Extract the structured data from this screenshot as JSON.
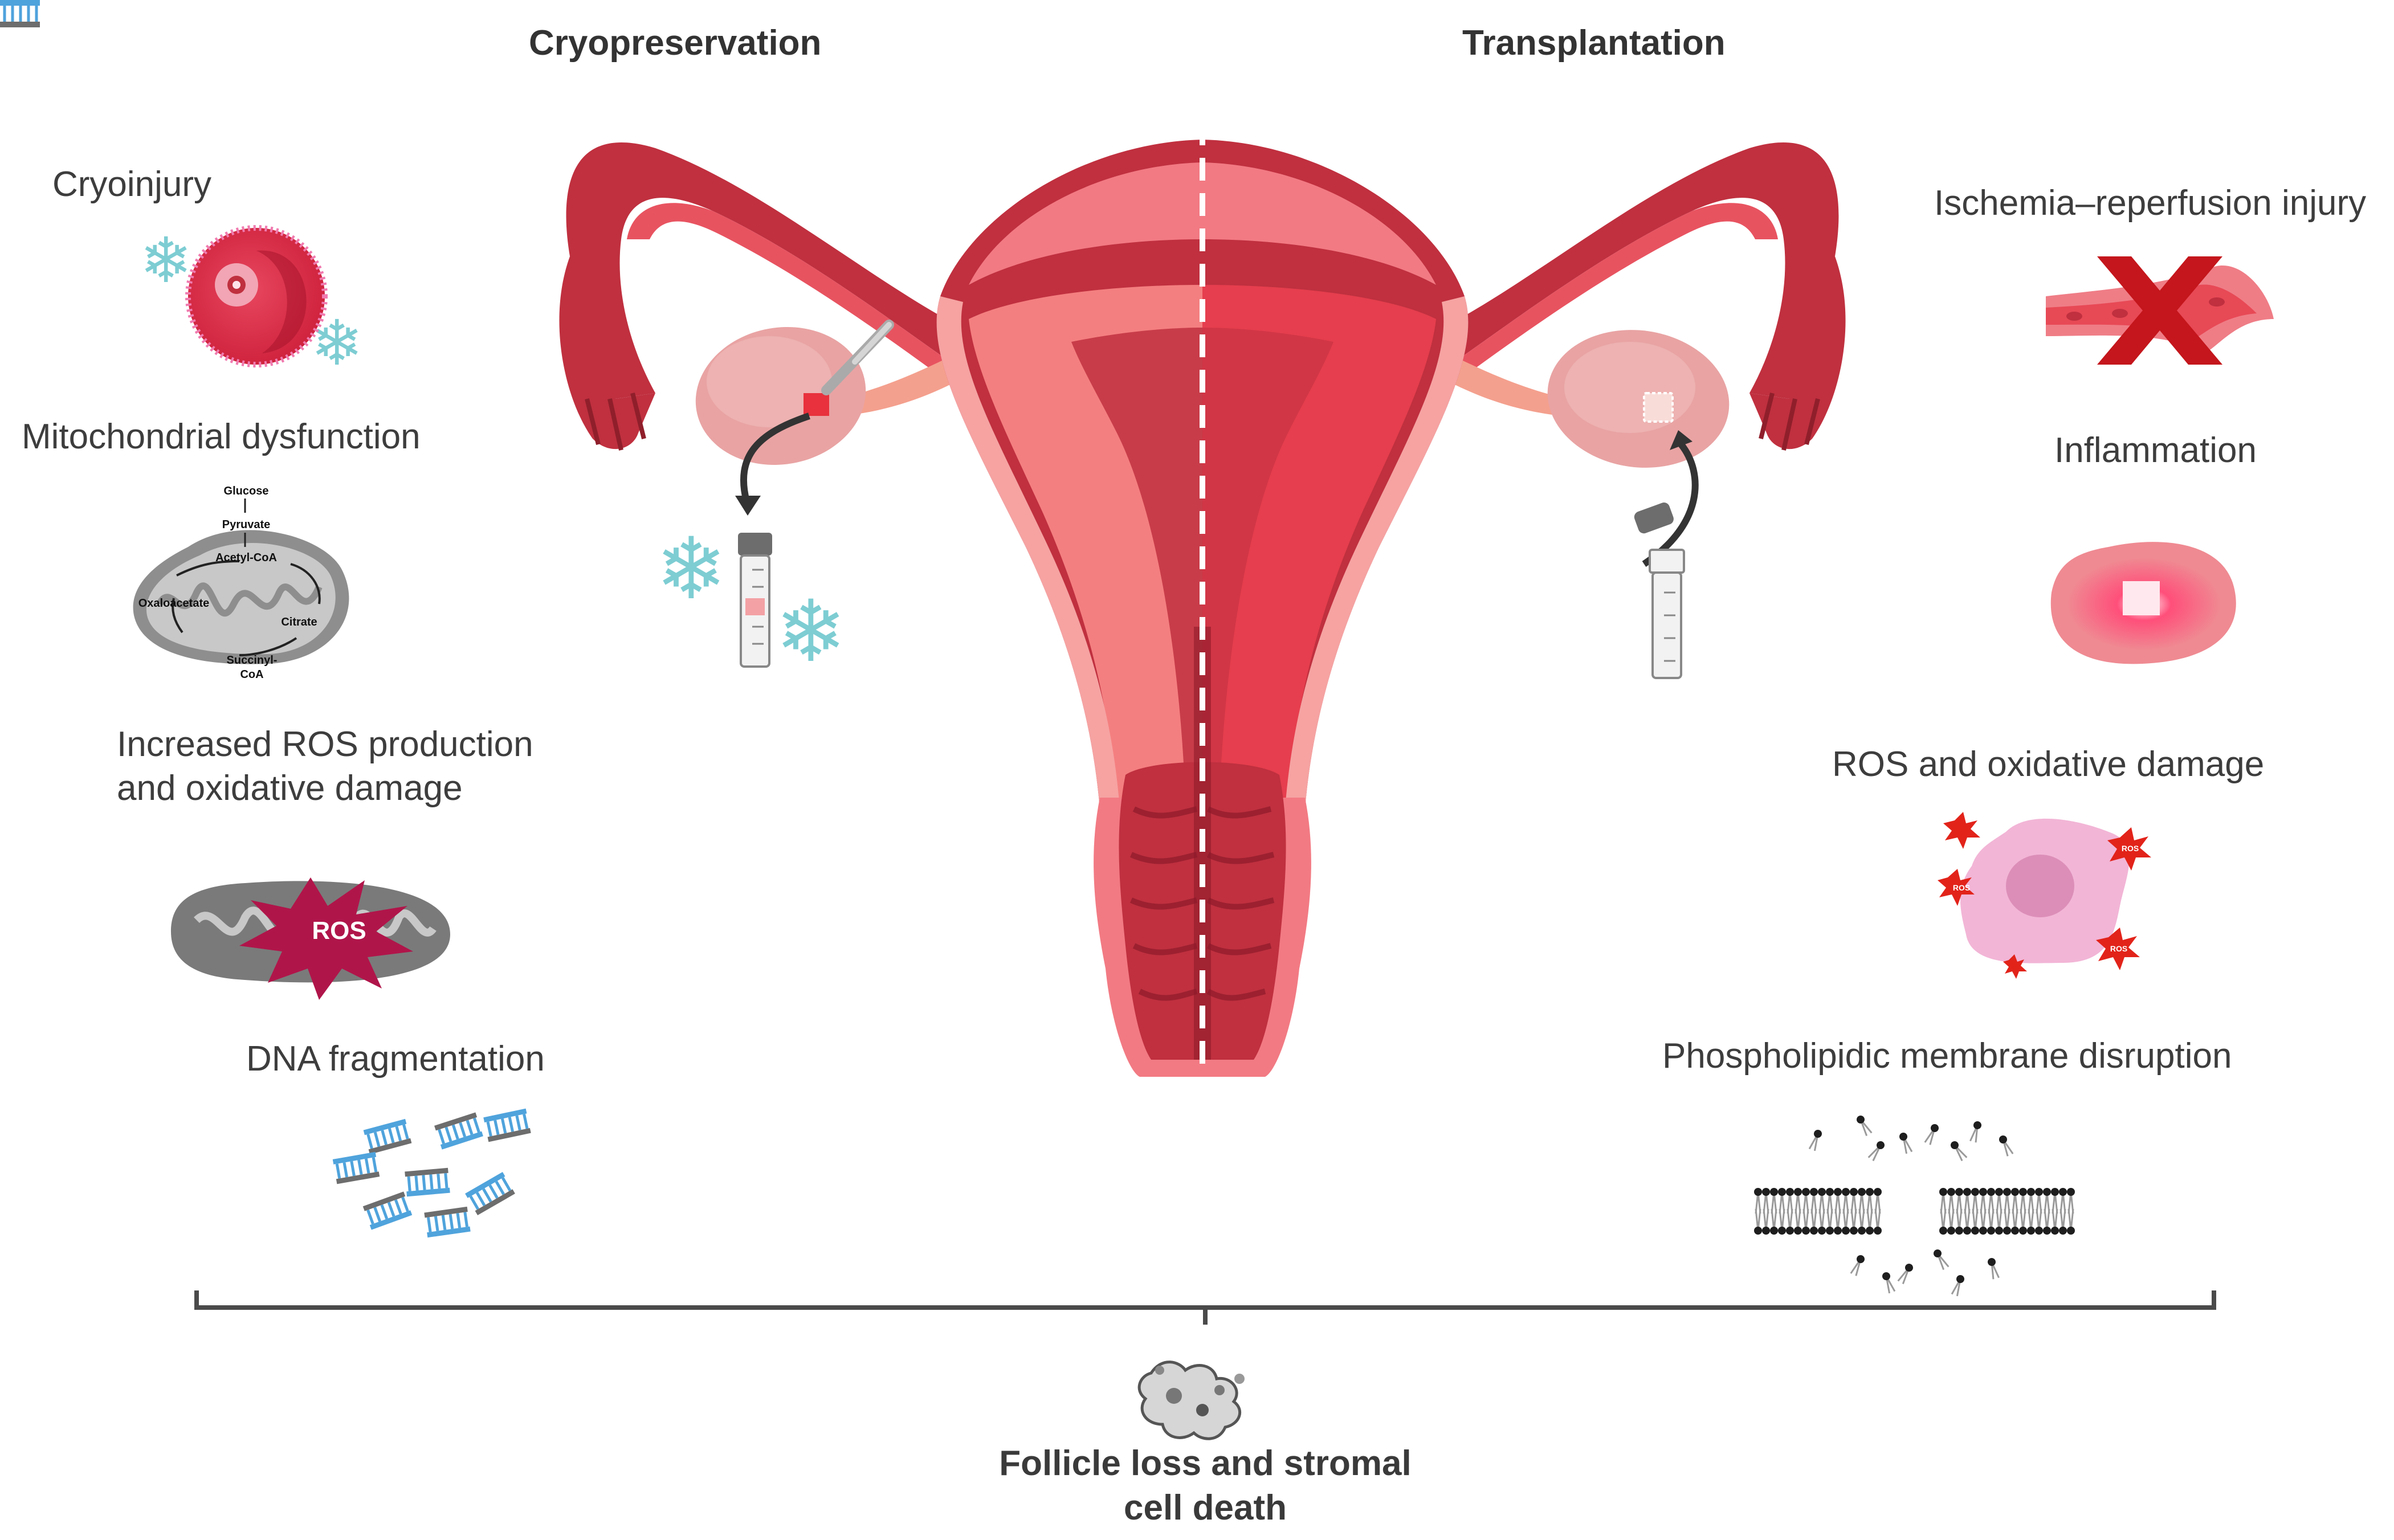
{
  "headers": {
    "left": "Cryopreservation",
    "right": "Transplantation"
  },
  "left_labels": {
    "cryoinjury": "Cryoinjury",
    "mito": "Mitochondrial dysfunction",
    "ros_line1": "Increased ROS production",
    "ros_line2": "and oxidative damage",
    "dna": "DNA fragmentation"
  },
  "krebs": {
    "glucose": "Glucose",
    "pyruvate": "Pyruvate",
    "acetyl": "Acetyl-CoA",
    "oxaloacetate": "Oxaloacetate",
    "citrate": "Citrate",
    "succinyl1": "Succinyl-",
    "succinyl2": "CoA"
  },
  "ros_badge": "ROS",
  "ros_small": "ROS",
  "right_labels": {
    "ischemia": "Ischemia–reperfusion injury",
    "inflammation": "Inflammation",
    "ros": "ROS and oxidative damage",
    "membrane": "Phospholipidic membrane disruption"
  },
  "footer": {
    "line1": "Follicle loss and stromal",
    "line2": "cell death"
  },
  "colors": {
    "uterus_dark": "#c0303f",
    "uterus_mid": "#e63e4e",
    "uterus_light": "#f47f80",
    "ovary": "#e9a3a3",
    "snow": "#7dcdd3",
    "ros_magenta": "#b0154a",
    "dna_blue": "#4fa3dc",
    "cross_red": "#c4161c"
  }
}
